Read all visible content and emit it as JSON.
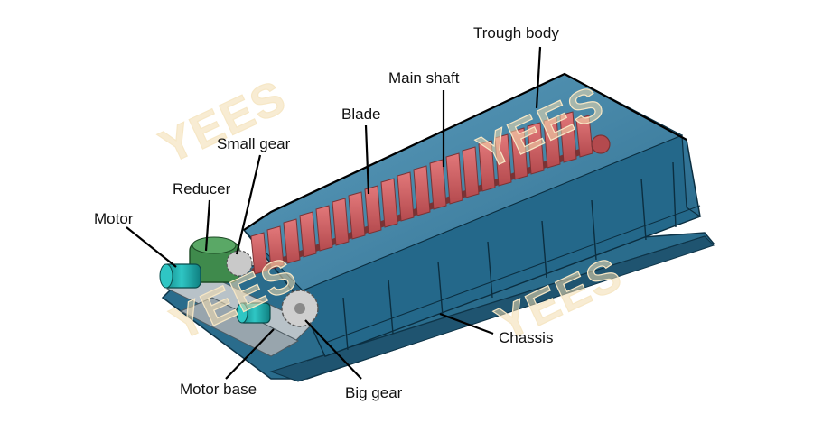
{
  "watermark": "YEES",
  "labels": {
    "trough_body": "Trough body",
    "main_shaft": "Main shaft",
    "blade": "Blade",
    "small_gear": "Small gear",
    "reducer": "Reducer",
    "motor": "Motor",
    "chassis": "Chassis",
    "motor_base": "Motor base",
    "big_gear": "Big gear"
  },
  "colors": {
    "trough": "#2c6e8f",
    "blade": "#c95a5d",
    "reducer": "#3f8a4c",
    "motor": "#1aa3a3"
  }
}
